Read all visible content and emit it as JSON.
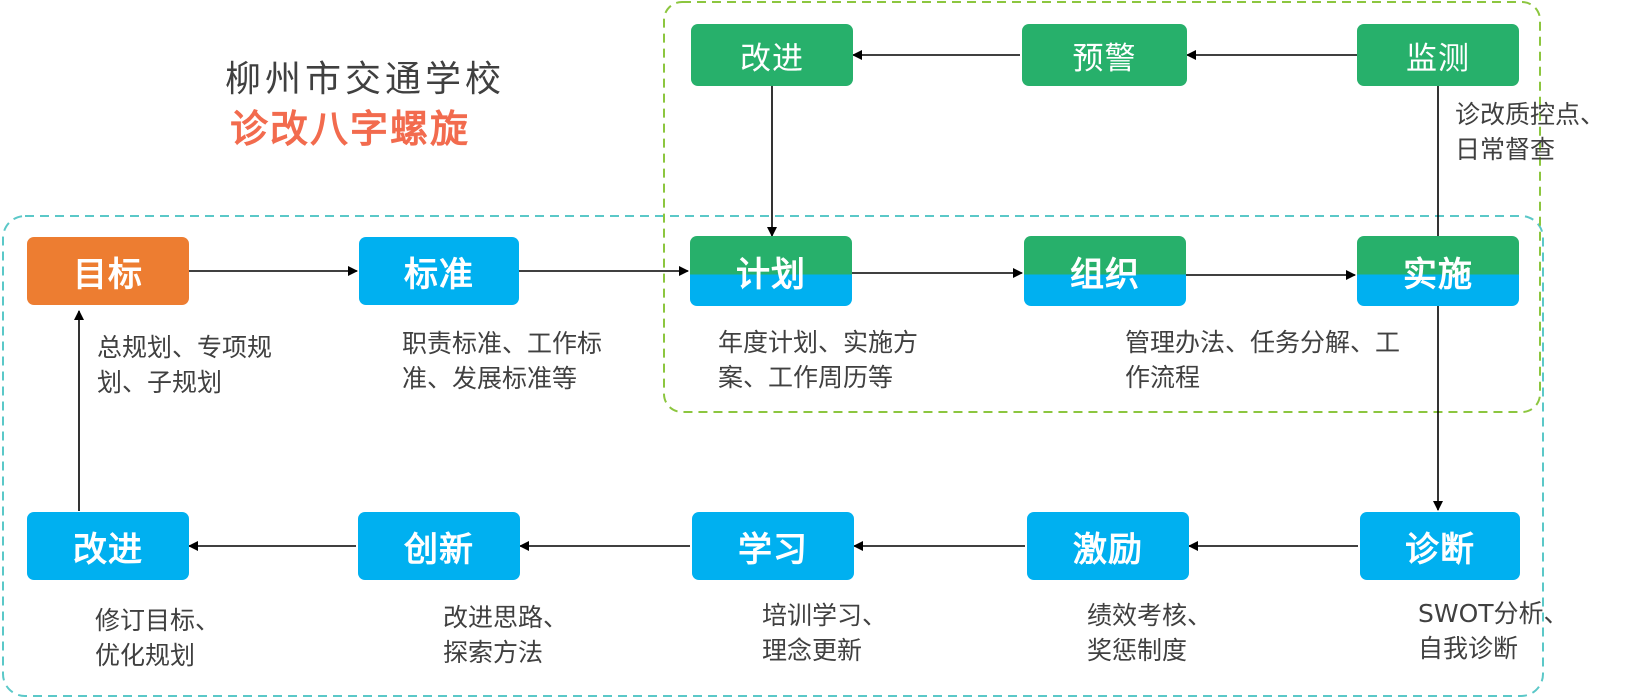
{
  "header": {
    "school": "柳州市交通学校",
    "subtitle": "诊改八字螺旋"
  },
  "nodes": {
    "goal": "目标",
    "standard": "标准",
    "plan": "计划",
    "organize": "组织",
    "implement": "实施",
    "diagnose": "诊断",
    "incentive": "激励",
    "learning": "学习",
    "innovation": "创新",
    "improve_bottom": "改进",
    "monitor": "监测",
    "warning": "预警",
    "improve_top": "改进"
  },
  "descriptions": {
    "goal": "总规划、专项规划、子规划",
    "standard": "职责标准、工作标准、发展标准等",
    "plan": "年度计划、实施方案、工作周历等",
    "organize": "管理办法、任务分解、工作流程",
    "monitor": "诊改质控点、日常督查",
    "diagnose": "SWOT分析、自我诊断",
    "incentive": "绩效考核、奖惩制度",
    "learning": "培训学习、理念更新",
    "innovation": "改进思路、探索方法",
    "improve_bottom": "修订目标、优化规划"
  },
  "colors": {
    "blue": "#00b0f0",
    "orange": "#ed7d31",
    "green": "#27b06b",
    "title_red": "#f26b4e",
    "big_loop_border": "#5bc8c8",
    "small_loop_border": "#8cc63f"
  }
}
